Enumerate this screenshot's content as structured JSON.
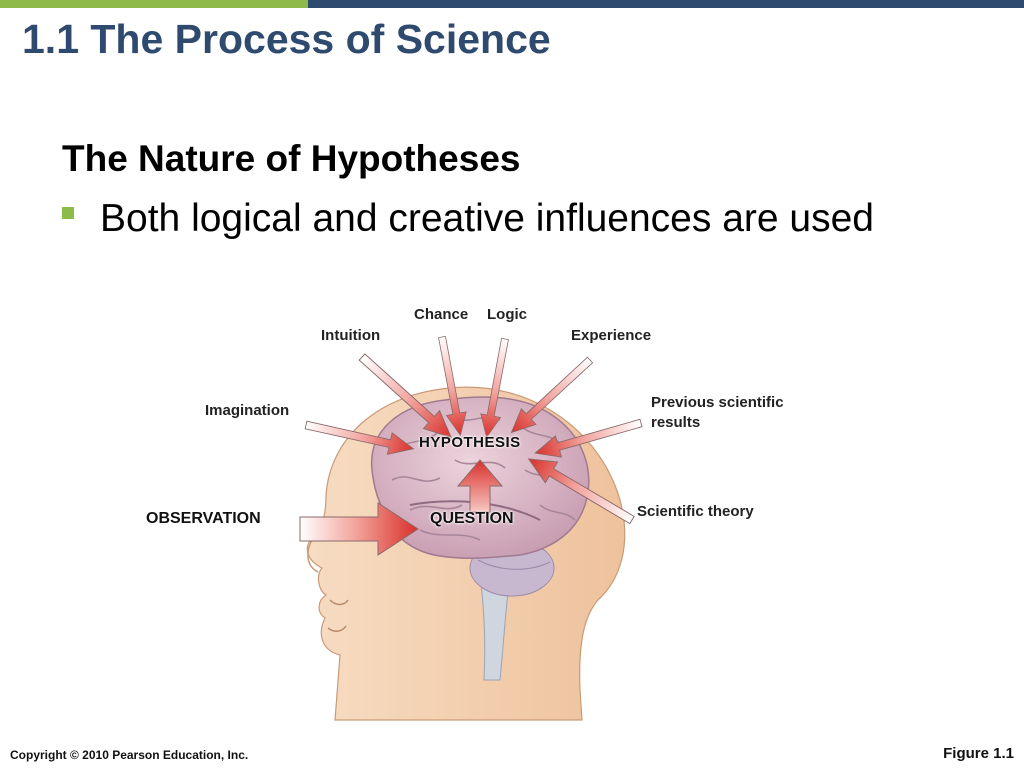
{
  "header": {
    "title": "1.1 The Process of Science"
  },
  "content": {
    "subheading": "The Nature of Hypotheses",
    "bullet": "Both logical and creative influences are used"
  },
  "figure": {
    "labels": {
      "chance": "Chance",
      "logic": "Logic",
      "intuition": "Intuition",
      "experience": "Experience",
      "imagination": "Imagination",
      "previous_results": "Previous scientific results",
      "observation": "OBSERVATION",
      "question": "QUESTION",
      "hypothesis": "HYPOTHESIS",
      "scientific_theory": "Scientific theory"
    }
  },
  "footer": {
    "copyright": "Copyright © 2010 Pearson Education, Inc.",
    "figure_ref": "Figure 1.1"
  },
  "colors": {
    "title_blue": "#2e4a6e",
    "accent_green": "#8dbb4a",
    "arrow_red": "#d9302b",
    "brain_pink": "#d9b4c0",
    "skin": "#f3cfae"
  }
}
